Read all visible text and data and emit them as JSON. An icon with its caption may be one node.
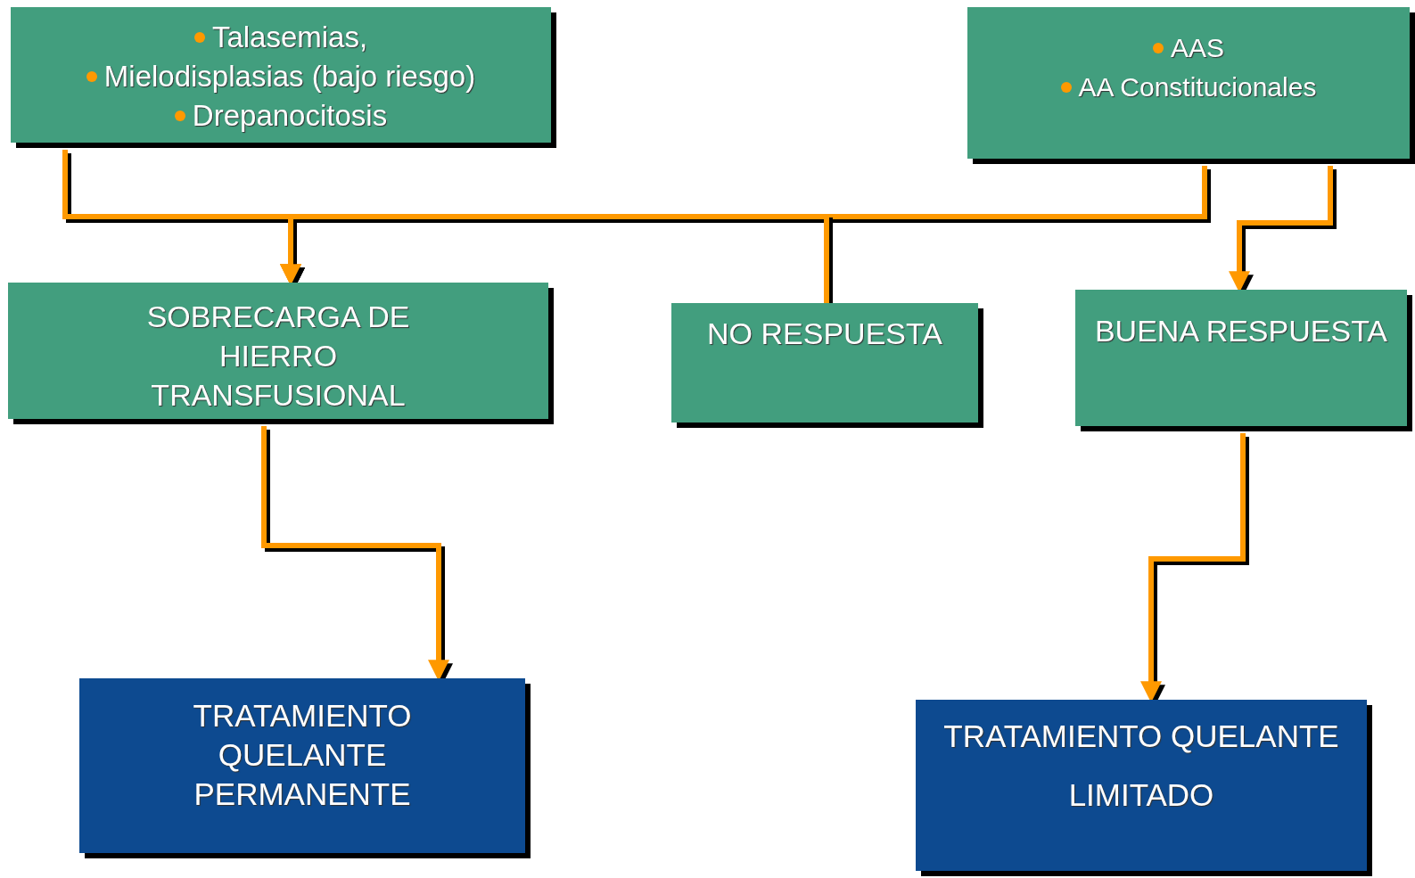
{
  "diagram": {
    "nodes": [
      {
        "text": [
          "Talasemias,",
          "Mielodisplasias (bajo riesgo)",
          "Drepanocitosis"
        ]
      },
      {
        "text": [
          "AAS",
          "AA Constitucionales"
        ]
      },
      {
        "text": [
          "SOBRECARGA DE HIERRO TRANSFUSIONAL"
        ]
      },
      {
        "text": [
          "NO RESPUESTA"
        ]
      },
      {
        "text": [
          "BUENA RESPUESTA"
        ]
      },
      {
        "text": [
          "TRATAMIENTO QUELANTE PERMANENTE"
        ]
      },
      {
        "text": [
          "TRATAMIENTO QUELANTE",
          "LIMITADO"
        ]
      }
    ],
    "edges": [
      {
        "from": 0,
        "to": 2,
        "arrow": "to"
      },
      {
        "from": 1,
        "to": 2,
        "arrow": "to"
      },
      {
        "from": 3,
        "to": 2,
        "arrow": "to"
      },
      {
        "from": 1,
        "to": 4,
        "arrow": "to"
      },
      {
        "from": 2,
        "to": 5,
        "arrow": "to"
      },
      {
        "from": 4,
        "to": 6,
        "arrow": "to"
      }
    ]
  }
}
